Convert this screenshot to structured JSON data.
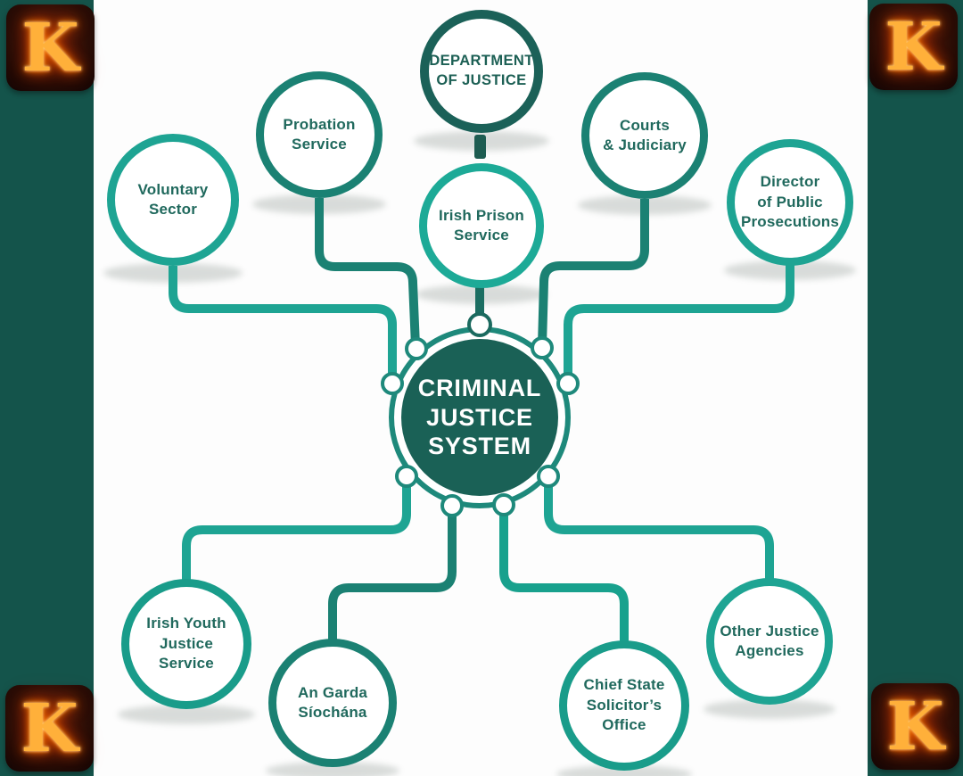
{
  "page": {
    "side_background": "#14544b",
    "panel_background": "#fdfdfd"
  },
  "colors": {
    "hub_fill": "#1a6156",
    "hub_ring": "#1e897b",
    "dark_teal": "#1b6158",
    "mid_teal": "#1b8173",
    "light_teal": "#1ea493",
    "label_text": "#20695d",
    "hub_text": "#ffffff"
  },
  "watermark": {
    "letter": "K"
  },
  "hub": {
    "label": "CRIMINAL\nJUSTICE\nSYSTEM"
  },
  "nodes": [
    {
      "id": "department-of-justice",
      "label": "DEPARTMENT\nOF JUSTICE"
    },
    {
      "id": "probation-service",
      "label": "Probation\nService"
    },
    {
      "id": "courts-judiciary",
      "label": "Courts\n& Judiciary"
    },
    {
      "id": "voluntary-sector",
      "label": "Voluntary\nSector"
    },
    {
      "id": "director-of-public-prosecutions",
      "label": "Director\nof Public\nProsecutions"
    },
    {
      "id": "irish-prison-service",
      "label": "Irish Prison\nService"
    },
    {
      "id": "irish-youth-justice-service",
      "label": "Irish Youth\nJustice\nService"
    },
    {
      "id": "an-garda-siochana",
      "label": "An Garda\nSíochána"
    },
    {
      "id": "chief-state-solicitors-office",
      "label": "Chief State\nSolicitor’s\nOffice"
    },
    {
      "id": "other-justice-agencies",
      "label": "Other Justice\nAgencies"
    }
  ]
}
